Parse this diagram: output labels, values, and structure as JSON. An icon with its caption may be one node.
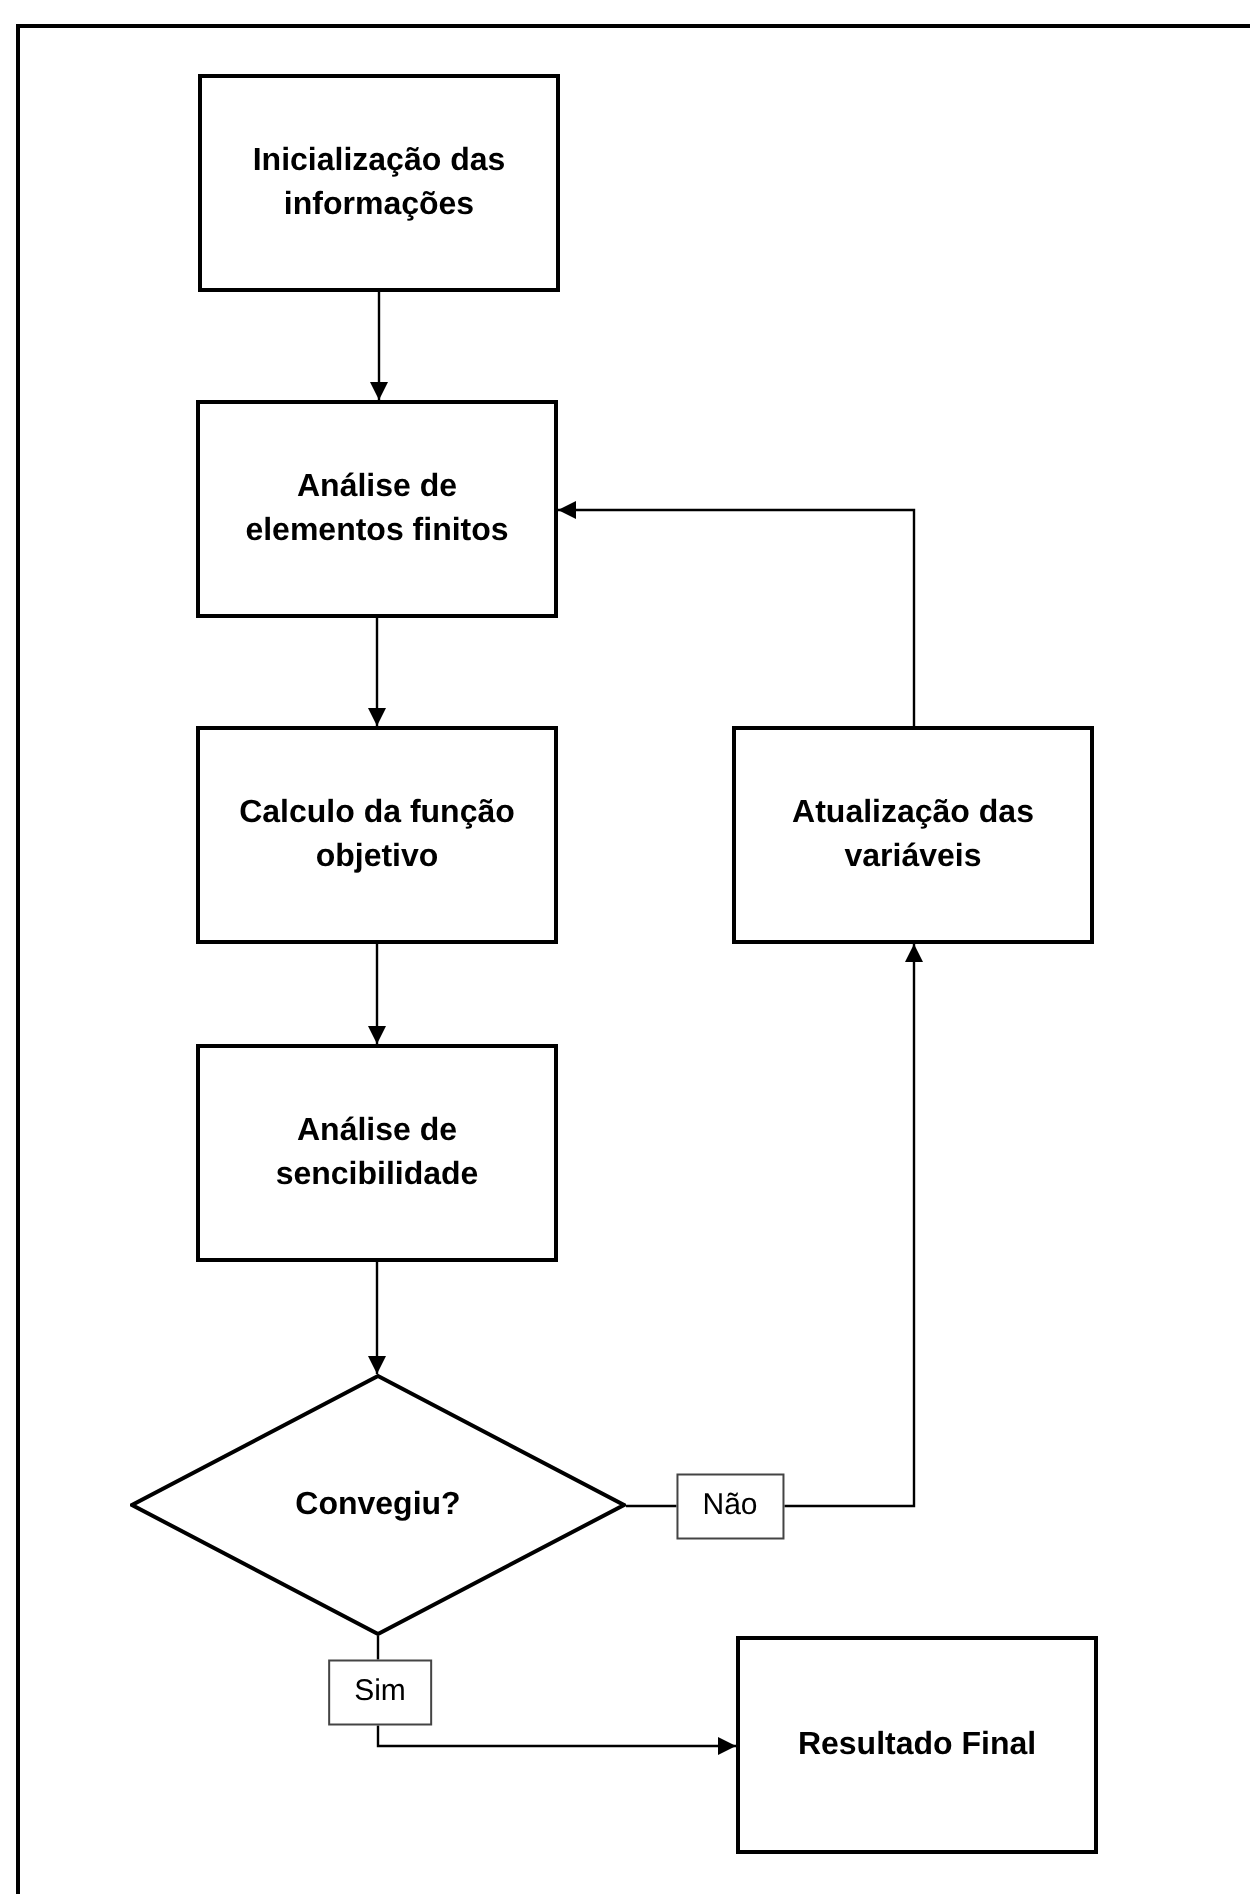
{
  "diagram": {
    "nodes": [
      {
        "text": [
          "Inicialização das informações"
        ]
      },
      {
        "text": [
          "Análise de elementos finitos"
        ]
      },
      {
        "text": [
          "Calculo da função objetivo"
        ]
      },
      {
        "text": [
          "Atualização das variáveis"
        ]
      },
      {
        "text": [
          "Análise de sencibilidade"
        ]
      },
      {
        "text": [
          "Convegiu?"
        ]
      },
      {
        "text": [
          "Resultado Final"
        ]
      }
    ],
    "edges": [
      {
        "from": 0,
        "to": 1,
        "arrow": "to"
      },
      {
        "from": 1,
        "to": 2,
        "arrow": "to"
      },
      {
        "from": 2,
        "to": 4,
        "arrow": "to"
      },
      {
        "from": 4,
        "to": 5,
        "arrow": "to"
      },
      {
        "from": 5,
        "to": 3,
        "arrow": "to",
        "label": "Não"
      },
      {
        "from": 3,
        "to": 1,
        "arrow": "to"
      },
      {
        "from": 5,
        "to": 6,
        "arrow": "to",
        "label": "Sim"
      }
    ]
  }
}
